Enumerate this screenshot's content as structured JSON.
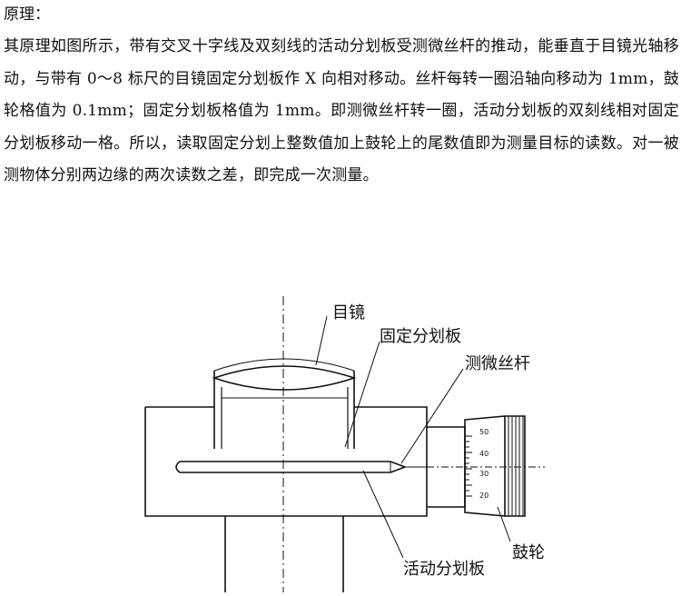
{
  "document": {
    "heading": "原理：",
    "paragraph": "其原理如图所示，带有交叉十字线及双刻线的活动分划板受测微丝杆的推动，能垂直于目镜光轴移动，与带有 0～8 标尺的目镜固定分划板作 X 向相对移动。丝杆每转一圈沿轴向移动为 1mm，鼓轮格值为 0.1mm；固定分划板格值为 1mm。即测微丝杆转一圈，活动分划板的双刻线相对固定分划板移动一格。所以，读取固定分划上整数值加上鼓轮上的尾数值即为测量目标的读数。对一被测物体分别两边缘的两次读数之差，即完成一次测量。"
  },
  "figure": {
    "labels": {
      "eyepiece": "目镜",
      "fixed_reticle": "固定分划板",
      "micrometer_screw": "测微丝杆",
      "moving_reticle": "活动分划板",
      "drum": "鼓轮"
    },
    "drum_scale": [
      "50",
      "40",
      "30",
      "20"
    ]
  }
}
